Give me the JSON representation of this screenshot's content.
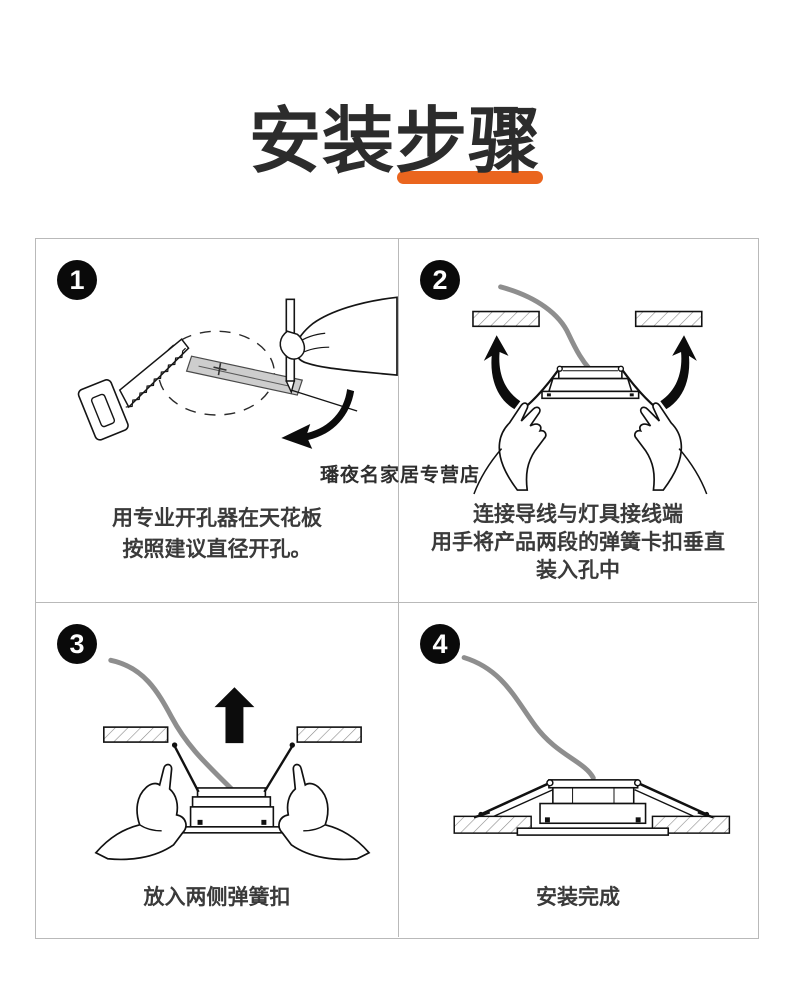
{
  "title": {
    "text": "安装步骤"
  },
  "watermark": "璠夜名家居专营店",
  "steps": [
    {
      "number": "1",
      "caption_lines": [
        "用专业开孔器在天花板",
        "按照建议直径开孔。"
      ]
    },
    {
      "number": "2",
      "caption_lines": [
        "连接导线与灯具接线端",
        "用手将产品两段的弹簧卡扣垂直",
        "装入孔中"
      ]
    },
    {
      "number": "3",
      "caption_lines": [
        "放入两侧弹簧扣"
      ]
    },
    {
      "number": "4",
      "caption_lines": [
        "安装完成"
      ]
    }
  ],
  "colors": {
    "accent_underline": "#EA651E",
    "badge_background": "#0a0a0a",
    "panel_border": "#b9b9b9",
    "wire_gray": "#8e8e8e",
    "caption_text": "#3a3a3a",
    "title_text": "#2c2c2c"
  }
}
